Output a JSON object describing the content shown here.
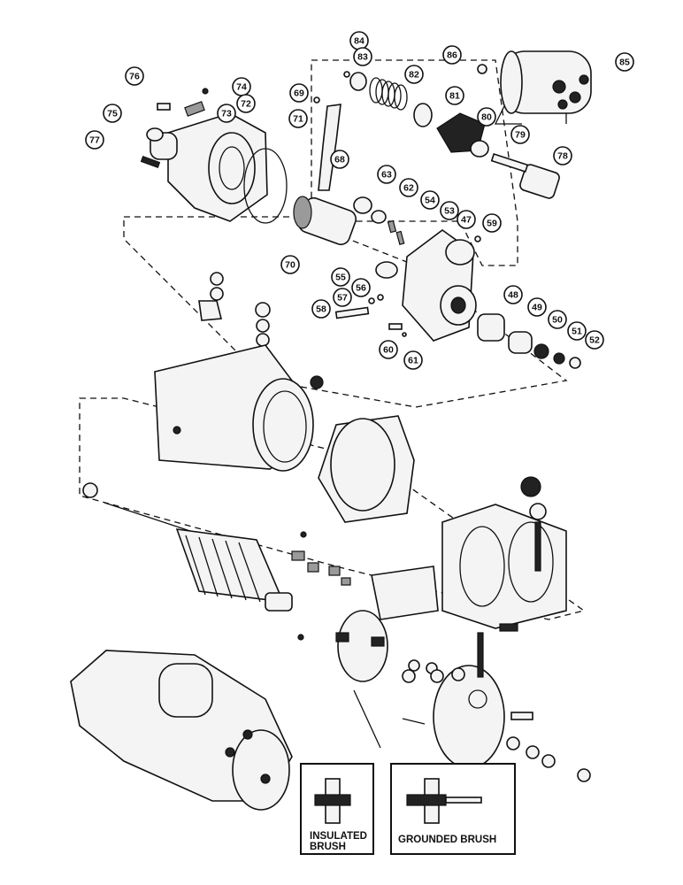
{
  "callouts": [
    {
      "num": "84"
    },
    {
      "num": "83"
    },
    {
      "num": "82"
    },
    {
      "num": "81"
    },
    {
      "num": "80"
    },
    {
      "num": "79"
    },
    {
      "num": "78"
    },
    {
      "num": "86"
    },
    {
      "num": "85"
    },
    {
      "num": "76"
    },
    {
      "num": "74"
    },
    {
      "num": "73"
    },
    {
      "num": "75"
    },
    {
      "num": "72"
    },
    {
      "num": "71"
    },
    {
      "num": "77"
    },
    {
      "num": "69"
    },
    {
      "num": "68"
    },
    {
      "num": "63"
    },
    {
      "num": "62"
    },
    {
      "num": "54"
    },
    {
      "num": "53"
    },
    {
      "num": "47"
    },
    {
      "num": "59"
    },
    {
      "num": "70"
    },
    {
      "num": "55"
    },
    {
      "num": "57"
    },
    {
      "num": "56"
    },
    {
      "num": "58"
    },
    {
      "num": "48"
    },
    {
      "num": "49"
    },
    {
      "num": "50"
    },
    {
      "num": "51"
    },
    {
      "num": "52"
    },
    {
      "num": "60"
    },
    {
      "num": "61"
    }
  ],
  "insets": {
    "left_label_line1": "INSULATED",
    "left_label_line2": "BRUSH",
    "right_label": "GROUNDED BRUSH"
  }
}
